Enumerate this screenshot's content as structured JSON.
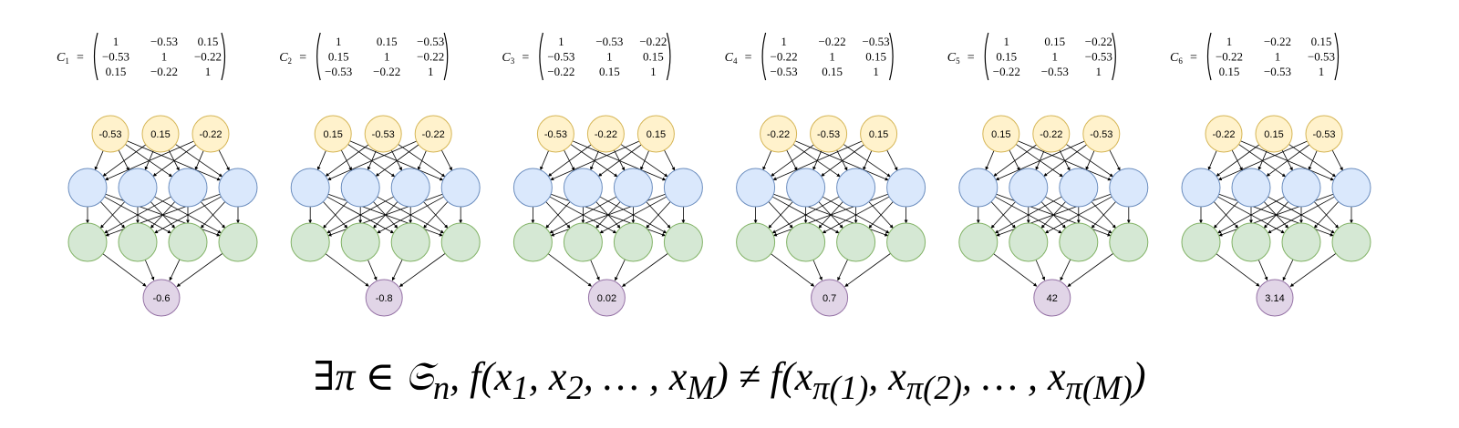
{
  "colors": {
    "input_fill": "#fff2cc",
    "input_stroke": "#d6b656",
    "hidden1_fill": "#dae8fc",
    "hidden1_stroke": "#6c8ebf",
    "hidden2_fill": "#d5e8d4",
    "hidden2_stroke": "#82b366",
    "output_fill": "#e1d5e7",
    "output_stroke": "#9673a6"
  },
  "panels": [
    {
      "label": "C",
      "sub": "1",
      "matrix": [
        [
          "1",
          "−0.53",
          "0.15"
        ],
        [
          "−0.53",
          "1",
          "−0.22"
        ],
        [
          "0.15",
          "−0.22",
          "1"
        ]
      ],
      "inputs": [
        "-0.53",
        "0.15",
        "-0.22"
      ],
      "output": "-0.6"
    },
    {
      "label": "C",
      "sub": "2",
      "matrix": [
        [
          "1",
          "0.15",
          "−0.53"
        ],
        [
          "0.15",
          "1",
          "−0.22"
        ],
        [
          "−0.53",
          "−0.22",
          "1"
        ]
      ],
      "inputs": [
        "0.15",
        "-0.53",
        "-0.22"
      ],
      "output": "-0.8"
    },
    {
      "label": "C",
      "sub": "3",
      "matrix": [
        [
          "1",
          "−0.53",
          "−0.22"
        ],
        [
          "−0.53",
          "1",
          "0.15"
        ],
        [
          "−0.22",
          "0.15",
          "1"
        ]
      ],
      "inputs": [
        "-0.53",
        "-0.22",
        "0.15"
      ],
      "output": "0.02"
    },
    {
      "label": "C",
      "sub": "4",
      "matrix": [
        [
          "1",
          "−0.22",
          "−0.53"
        ],
        [
          "−0.22",
          "1",
          "0.15"
        ],
        [
          "−0.53",
          "0.15",
          "1"
        ]
      ],
      "inputs": [
        "-0.22",
        "-0.53",
        "0.15"
      ],
      "output": "0.7"
    },
    {
      "label": "C",
      "sub": "5",
      "matrix": [
        [
          "1",
          "0.15",
          "−0.22"
        ],
        [
          "0.15",
          "1",
          "−0.53"
        ],
        [
          "−0.22",
          "−0.53",
          "1"
        ]
      ],
      "inputs": [
        "0.15",
        "-0.22",
        "-0.53"
      ],
      "output": "42"
    },
    {
      "label": "C",
      "sub": "6",
      "matrix": [
        [
          "1",
          "−0.22",
          "0.15"
        ],
        [
          "−0.22",
          "1",
          "−0.53"
        ],
        [
          "0.15",
          "−0.53",
          "1"
        ]
      ],
      "inputs": [
        "-0.22",
        "0.15",
        "-0.53"
      ],
      "output": "3.14"
    }
  ],
  "formula": "∃π ∈ 𝔖ₙ, f(x₁, x₂, … , x_M) ≠ f(x_π(1), x_π(2), … , x_π(M))",
  "formula_parts": {
    "head": "∃π ∈ 𝔖",
    "n": "n",
    "f1": ", f(x",
    "s1": "1",
    "c1": ", x",
    "s2": "2",
    "c2": ", … , x",
    "sM": "M",
    "mid": ") ≠ f(x",
    "p1": "π(1)",
    "c3": ", x",
    "p2": "π(2)",
    "c4": ", … , x",
    "pM": "π(M)",
    "end": ")"
  }
}
